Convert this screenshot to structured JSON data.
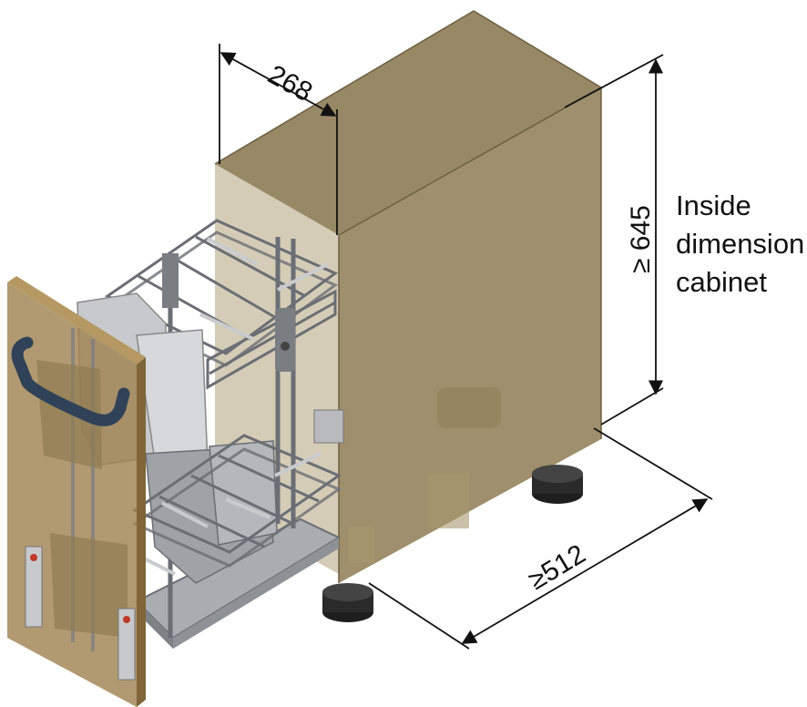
{
  "dimensions": {
    "width": "268",
    "height": "≥ 645",
    "depth": "≥512"
  },
  "note": {
    "line1": "Inside",
    "line2": "dimension",
    "line3": "cabinet"
  },
  "colors": {
    "cabinet_front": "#9a8964",
    "cabinet_side": "#b3a37c",
    "cabinet_top": "#8c7b55",
    "door": "#a08352",
    "handle": "#2f4258",
    "wire": "#6b6e74",
    "bin": "#c7c9cc",
    "leg": "#1e1e1e",
    "dim_line": "#111111"
  }
}
